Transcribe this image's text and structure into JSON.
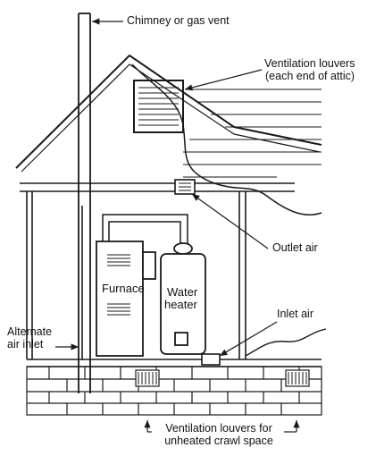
{
  "labels": {
    "chimney": "Chimney or gas vent",
    "louvers_line1": "Ventilation louvers",
    "louvers_line2": "(each end of attic)",
    "outlet_air": "Outlet air",
    "inlet_air": "Inlet air",
    "alternate_line1": "Alternate",
    "alternate_line2": "air inlet",
    "furnace": "Furnace",
    "water_line1": "Water",
    "water_line2": "heater",
    "crawl_line1": "Ventilation louvers for",
    "crawl_line2": "unheated crawl space"
  },
  "colors": {
    "ink": "#1a1a1a",
    "background": "#ffffff"
  }
}
